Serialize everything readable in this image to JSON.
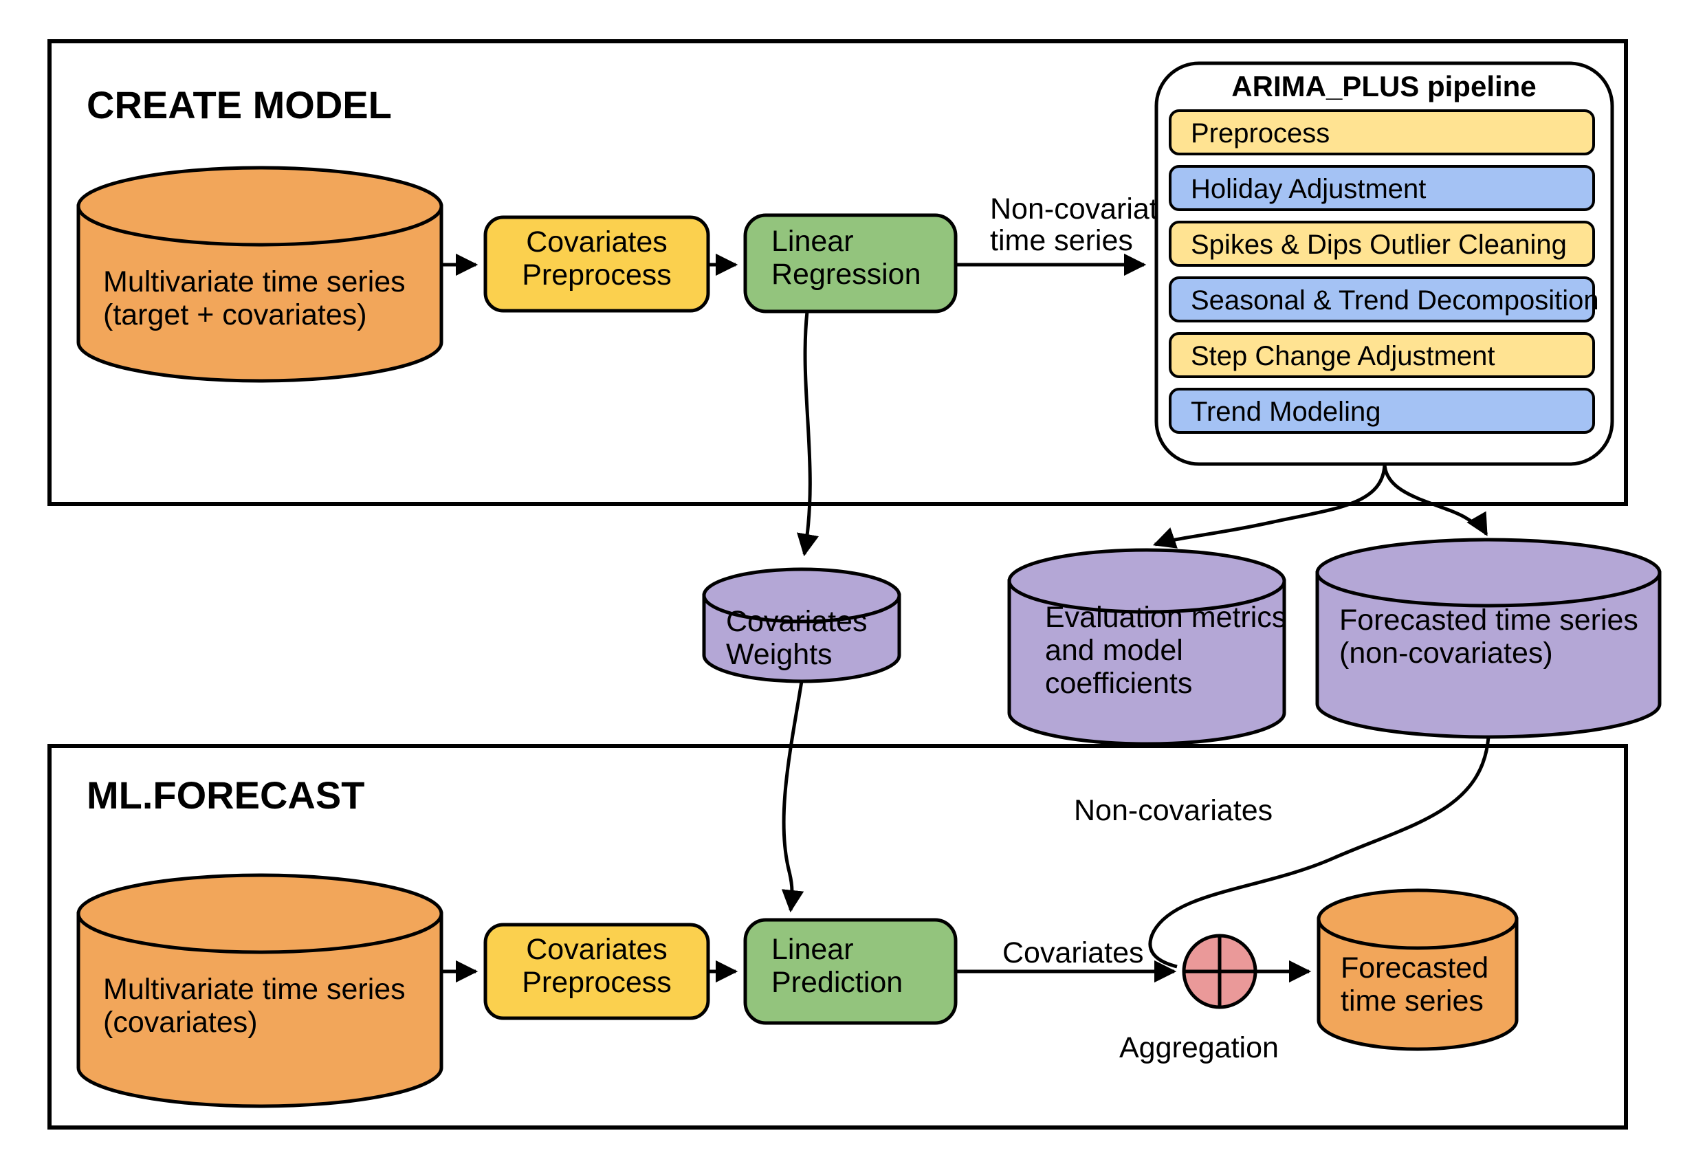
{
  "colors": {
    "orange": "#F2A65A",
    "yellow": "#FBD04E",
    "green": "#93C47D",
    "light_yellow": "#FFE392",
    "light_blue": "#A4C2F4",
    "purple": "#B4A7D6",
    "pink": "#EA9999",
    "stroke": "#000000",
    "background": "#FFFFFF"
  },
  "create_model": {
    "title": "CREATE MODEL",
    "source": {
      "lines": [
        "Multivariate time series",
        "(target + covariates)"
      ]
    },
    "preprocess": {
      "lines": [
        "Covariates",
        "Preprocess"
      ]
    },
    "regression": {
      "lines": [
        "Linear",
        "Regression"
      ]
    },
    "arrow_label": {
      "lines": [
        "Non-covariates",
        "time series"
      ]
    },
    "pipeline": {
      "title": "ARIMA_PLUS pipeline",
      "steps": [
        {
          "label": "Preprocess",
          "color": "#FFE392"
        },
        {
          "label": "Holiday Adjustment",
          "color": "#A4C2F4"
        },
        {
          "label": "Spikes & Dips Outlier Cleaning",
          "color": "#FFE392"
        },
        {
          "label": "Seasonal & Trend Decomposition",
          "color": "#A4C2F4"
        },
        {
          "label": "Step Change Adjustment",
          "color": "#FFE392"
        },
        {
          "label": "Trend Modeling",
          "color": "#A4C2F4"
        }
      ]
    }
  },
  "stores": {
    "covariates_weights": {
      "lines": [
        "Covariates",
        "Weights"
      ]
    },
    "evaluation": {
      "lines": [
        "Evaluation metrics",
        "and model",
        "coefficients"
      ]
    },
    "forecast_non_covariates": {
      "lines": [
        "Forecasted time series",
        "(non-covariates)"
      ]
    }
  },
  "ml_forecast": {
    "title": "ML.FORECAST",
    "source": {
      "lines": [
        "Multivariate time series",
        "(covariates)"
      ]
    },
    "preprocess": {
      "lines": [
        "Covariates",
        "Preprocess"
      ]
    },
    "prediction": {
      "lines": [
        "Linear",
        "Prediction"
      ]
    },
    "covariates_label": "Covariates",
    "non_covariates_label": "Non-covariates",
    "aggregation_label": "Aggregation",
    "output": {
      "lines": [
        "Forecasted",
        "time series"
      ]
    }
  }
}
